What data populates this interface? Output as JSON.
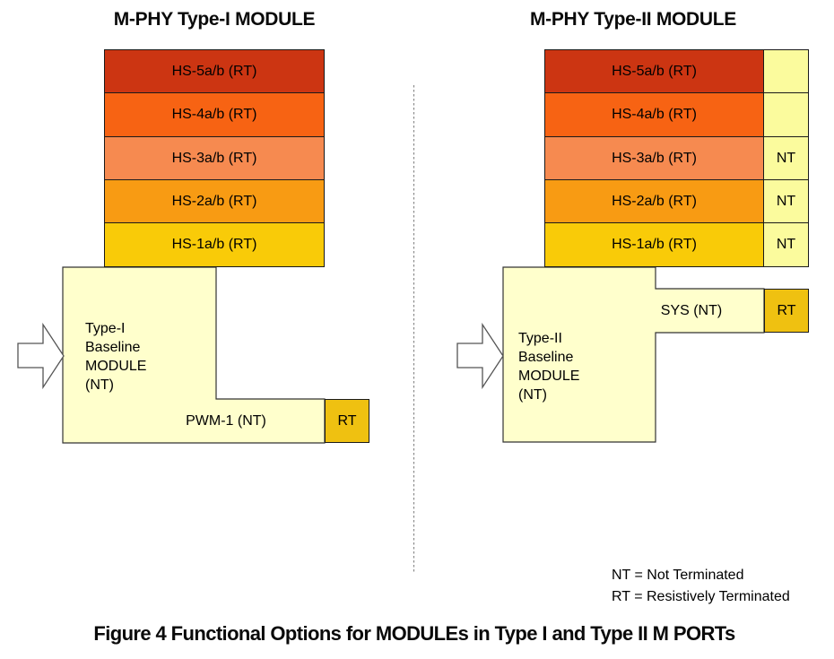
{
  "palette": {
    "bar_colors": [
      "#CC3512",
      "#F76313",
      "#F68A50",
      "#F89B13",
      "#F9CB08"
    ],
    "module_fill": "#FFFFCC",
    "nt_cell_fill": "#FBFB9D",
    "rt_box_fill": "#EFC111",
    "outline_color": "#333333",
    "divider_color": "#8a8a8a"
  },
  "left": {
    "title": "M-PHY Type-I MODULE",
    "bars": [
      {
        "label": "HS-5a/b (RT)"
      },
      {
        "label": "HS-4a/b (RT)"
      },
      {
        "label": "HS-3a/b (RT)"
      },
      {
        "label": "HS-2a/b (RT)"
      },
      {
        "label": "HS-1a/b (RT)"
      }
    ],
    "module_label": "Type-I\nBaseline\nMODULE\n(NT)",
    "lane_label": "PWM-1 (NT)",
    "rt_label": "RT"
  },
  "right": {
    "title": "M-PHY Type-II MODULE",
    "bars": [
      {
        "label": "HS-5a/b (RT)",
        "tag": ""
      },
      {
        "label": "HS-4a/b (RT)",
        "tag": ""
      },
      {
        "label": "HS-3a/b (RT)",
        "tag": "NT"
      },
      {
        "label": "HS-2a/b (RT)",
        "tag": "NT"
      },
      {
        "label": "HS-1a/b (RT)",
        "tag": "NT"
      }
    ],
    "module_label": "Type-II\nBaseline\nMODULE\n(NT)",
    "lane_label": "SYS (NT)",
    "rt_label": "RT"
  },
  "legend": {
    "line1": "NT = Not Terminated",
    "line2": "RT = Resistively Terminated"
  },
  "caption": "Figure 4 Functional Options for MODULEs in Type I and Type II M PORTs"
}
